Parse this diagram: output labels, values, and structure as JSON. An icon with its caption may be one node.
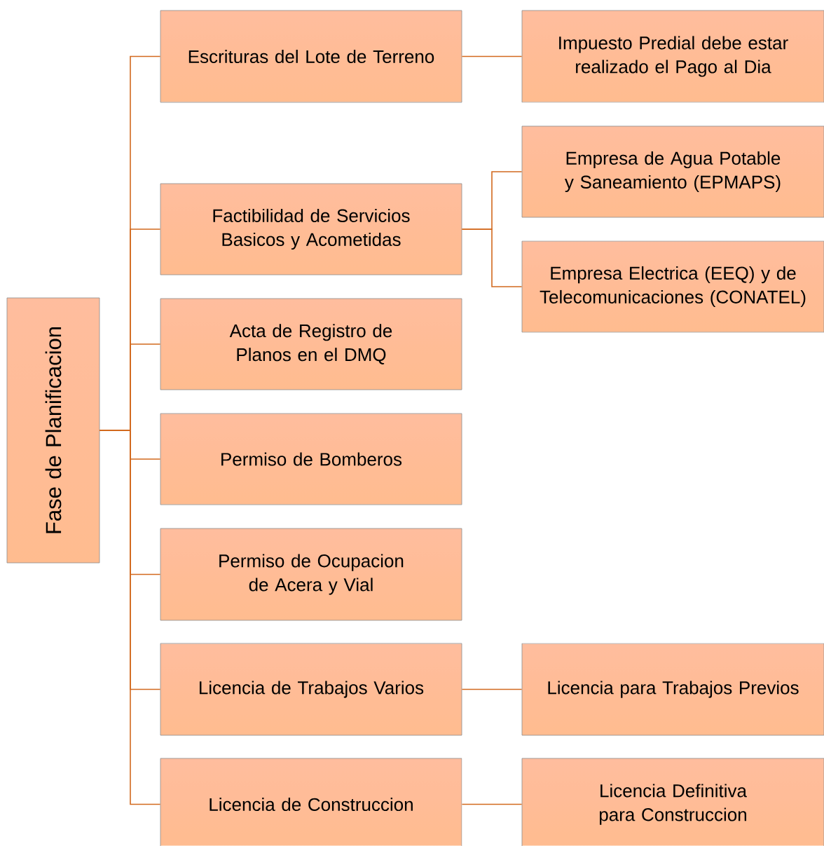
{
  "diagram": {
    "nodes": [
      {
        "text": [
          "Fase de Planificacion"
        ]
      },
      {
        "text": [
          "Escrituras del Lote de Terreno"
        ]
      },
      {
        "text": [
          "Impuesto Predial debe estar realizado el Pago al Dia"
        ]
      },
      {
        "text": [
          "Factibilidad de Servicios Basicos y Acometidas"
        ]
      },
      {
        "text": [
          "Empresa de Agua Potable y Saneamiento (EPMAPS)"
        ]
      },
      {
        "text": [
          "Empresa Electrica (EEQ) y de Telecomunicaciones (CONATEL)"
        ]
      },
      {
        "text": [
          "Acta de Registro de Planos en el DMQ"
        ]
      },
      {
        "text": [
          "Permiso de Bomberos"
        ]
      },
      {
        "text": [
          "Permiso de Ocupacion de Acera y Vial"
        ]
      },
      {
        "text": [
          "Licencia de Trabajos Varios"
        ]
      },
      {
        "text": [
          "Licencia para Trabajos Previos"
        ]
      },
      {
        "text": [
          "Licencia de Construccion"
        ]
      },
      {
        "text": [
          "Licencia Definitiva para Construccion"
        ]
      }
    ],
    "edges": [
      {
        "from": 0,
        "to": 1,
        "arrow": "none"
      },
      {
        "from": 0,
        "to": 3,
        "arrow": "none"
      },
      {
        "from": 0,
        "to": 6,
        "arrow": "none"
      },
      {
        "from": 0,
        "to": 7,
        "arrow": "none"
      },
      {
        "from": 0,
        "to": 8,
        "arrow": "none"
      },
      {
        "from": 0,
        "to": 9,
        "arrow": "none"
      },
      {
        "from": 0,
        "to": 11,
        "arrow": "none"
      },
      {
        "from": 1,
        "to": 2,
        "arrow": "none"
      },
      {
        "from": 3,
        "to": 4,
        "arrow": "none"
      },
      {
        "from": 3,
        "to": 5,
        "arrow": "none"
      },
      {
        "from": 9,
        "to": 10,
        "arrow": "none"
      },
      {
        "from": 11,
        "to": 12,
        "arrow": "none"
      }
    ]
  }
}
